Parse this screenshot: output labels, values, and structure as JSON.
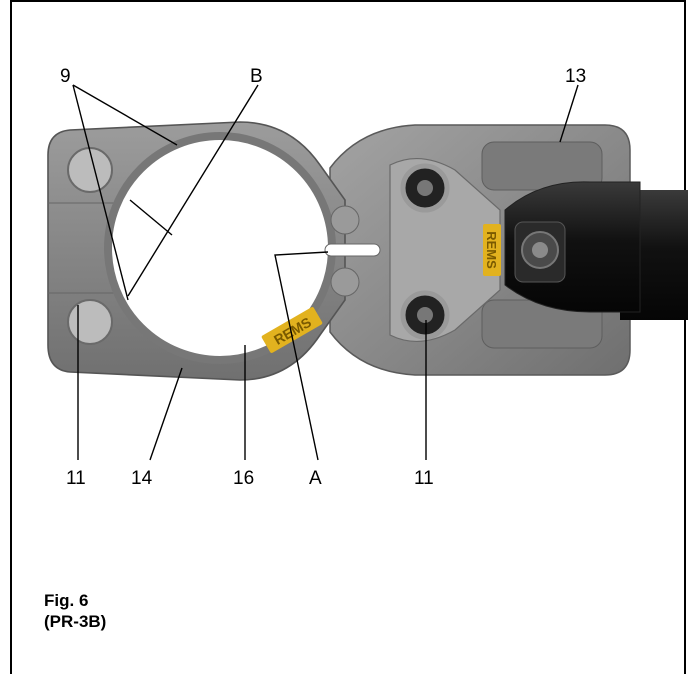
{
  "figure": {
    "callouts": {
      "top_left": "9",
      "top_mid": "B",
      "top_right": "13",
      "bottom_left": "11",
      "bottom_14": "14",
      "bottom_16": "16",
      "bottom_A": "A",
      "bottom_right": "11"
    },
    "brand_marks": [
      "REMS",
      "REMS"
    ]
  },
  "caption": {
    "fig_number": "Fig. 6",
    "model": "(PR-3B)"
  }
}
